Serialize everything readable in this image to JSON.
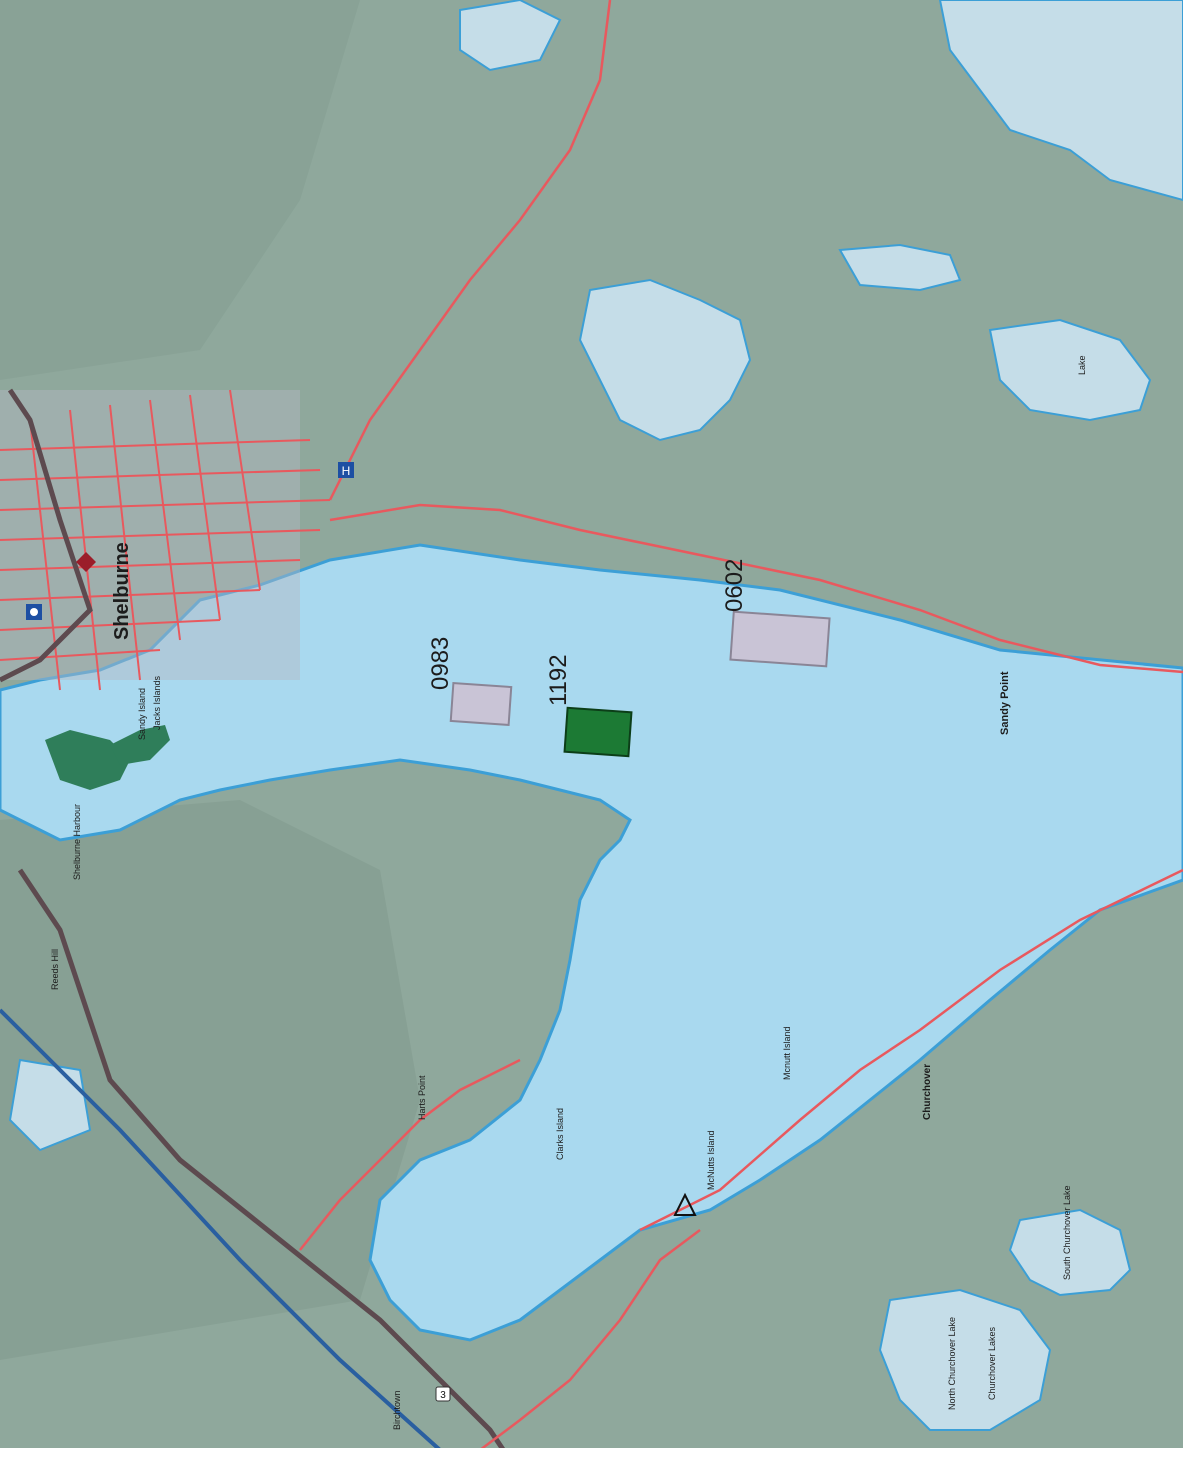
{
  "map": {
    "colors": {
      "land": "#8fa89c",
      "land_dark": "#7f988b",
      "water": "#a9d9ef",
      "lake": "#c5dde8",
      "shore": "#3c9fd6",
      "road": "#e8595e",
      "highway": "#5d4a4f",
      "railway": "#2a5fa0",
      "site_grey": "#c9c4d6",
      "site_green": "#1c7a34",
      "park": "#2f7e5a"
    },
    "sites": [
      {
        "id": "0983",
        "state": "grey"
      },
      {
        "id": "1192",
        "state": "green"
      },
      {
        "id": "0602",
        "state": "grey"
      }
    ],
    "town": "Shelburne",
    "places": {
      "sandy_point": "Sandy Point",
      "jacks_islands": "Jacks Islands",
      "sandy_island": "Sandy Island",
      "shelburne_harbour": "Shelburne Harbour",
      "reeds_hill": "Reeds Hill",
      "harts_point": "Harts Point",
      "clarks_island": "Clarks Island",
      "mcnutt_island": "Mcnutt Island",
      "mcnutts_island_label": "McNutts Island",
      "churchover": "Churchover",
      "south_churchover_lake": "South Churchover Lake",
      "north_churchover_lake": "North Churchover Lake",
      "churchover_lakes": "Churchover Lakes",
      "birchtown": "Birchtown",
      "route_number": "3",
      "lake_upper_right": "Lake"
    },
    "icons": [
      "hospital-icon",
      "church-icon",
      "tourism-icon",
      "campground-icon"
    ]
  }
}
